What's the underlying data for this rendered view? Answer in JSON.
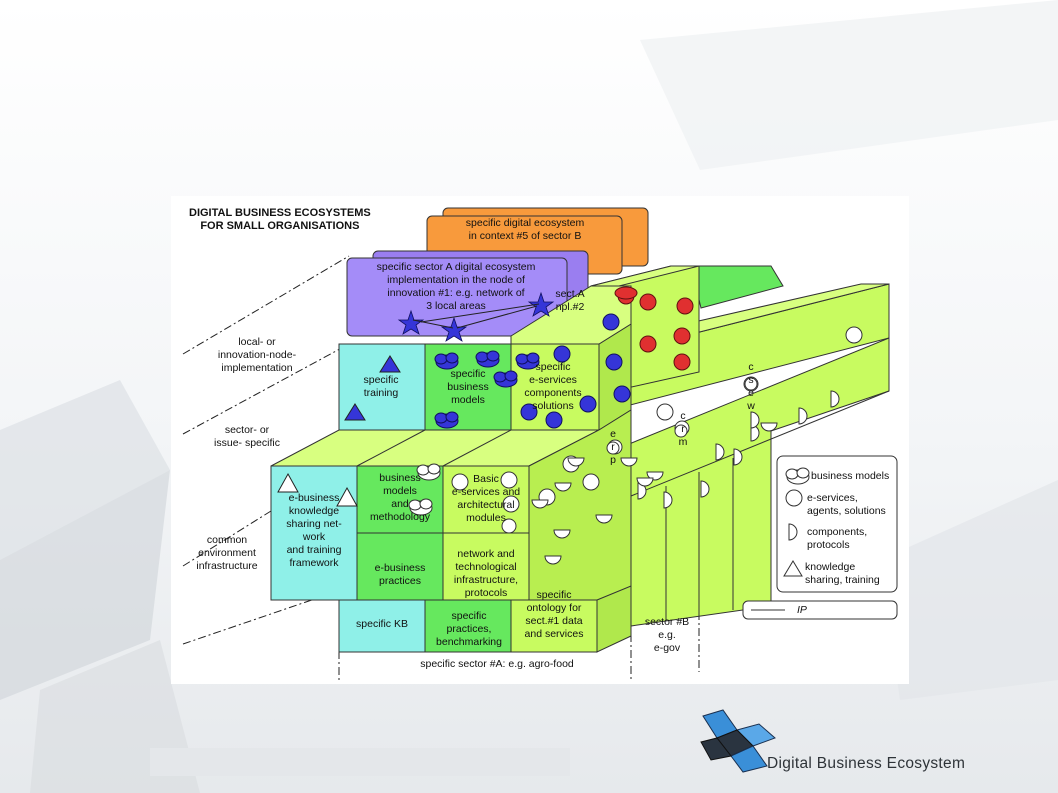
{
  "diagram": {
    "title": "DIGITAL BUSINESS ECOSYSTEMS\nFOR SMALL ORGANISATIONS",
    "layers": {
      "local": "local- or\ninnovation-node-\nimplementation",
      "sector": "sector- or\nissue- specific",
      "common": "common\nenvironment\ninfrastructure"
    },
    "back_cards": {
      "orange": "specific digital ecosystem\nin context #5 of sector B",
      "purple_back": "sect.A\nnpl.#2",
      "purple_front": "specific sector A digital ecosystem\nimplementation in the node of\ninnovation #1: e.g. network of\n3 local areas"
    },
    "cells": {
      "specific_training": "specific\ntraining",
      "specific_business_models": "specific\nbusiness\nmodels",
      "specific_eservices": "specific\ne-services\ncomponents\nsolutions",
      "ebusiness_knowledge": "e-business\nknowledge\nsharing net-\nwork\nand training\nframework",
      "business_models_methodology": "business\nmodels\nand\nmethodology",
      "basic_eservices": "Basic\ne-services and\narchitectural\nmodules",
      "ebusiness_practices": "e-business\npractices",
      "network_infra": "network  and\ntechnological\ninfrastructure,\nprotocols",
      "specific_kb": "specific KB",
      "specific_practices": "specific\npractices,\nbenchmarking",
      "specific_ontology": "specific\nontology for\nsect.#1 data\nand services"
    },
    "vertical_letters": {
      "csew": "c\ns\ne\nw",
      "crm": "c\nr\nm",
      "erp": "e\nr\np"
    },
    "sector_a": "specific sector #A: e.g. agro-food",
    "sector_b": "sector #B\ne.g.\ne-gov",
    "legend": {
      "business_models": "business models",
      "eservices": "e-services,\nagents, solutions",
      "components": "components,\nprotocols",
      "knowledge": "knowledge\nsharing, training",
      "ip": "IP"
    },
    "colors": {
      "cyan": "#8ff0e8",
      "green": "#66e85e",
      "lime": "#c8fb60",
      "purple": "#a48cf8",
      "orange": "#f89a3c",
      "blue_marker": "#3535d8",
      "red_marker": "#e03030"
    }
  },
  "brand": {
    "name": "Digital Business Ecosystem"
  }
}
